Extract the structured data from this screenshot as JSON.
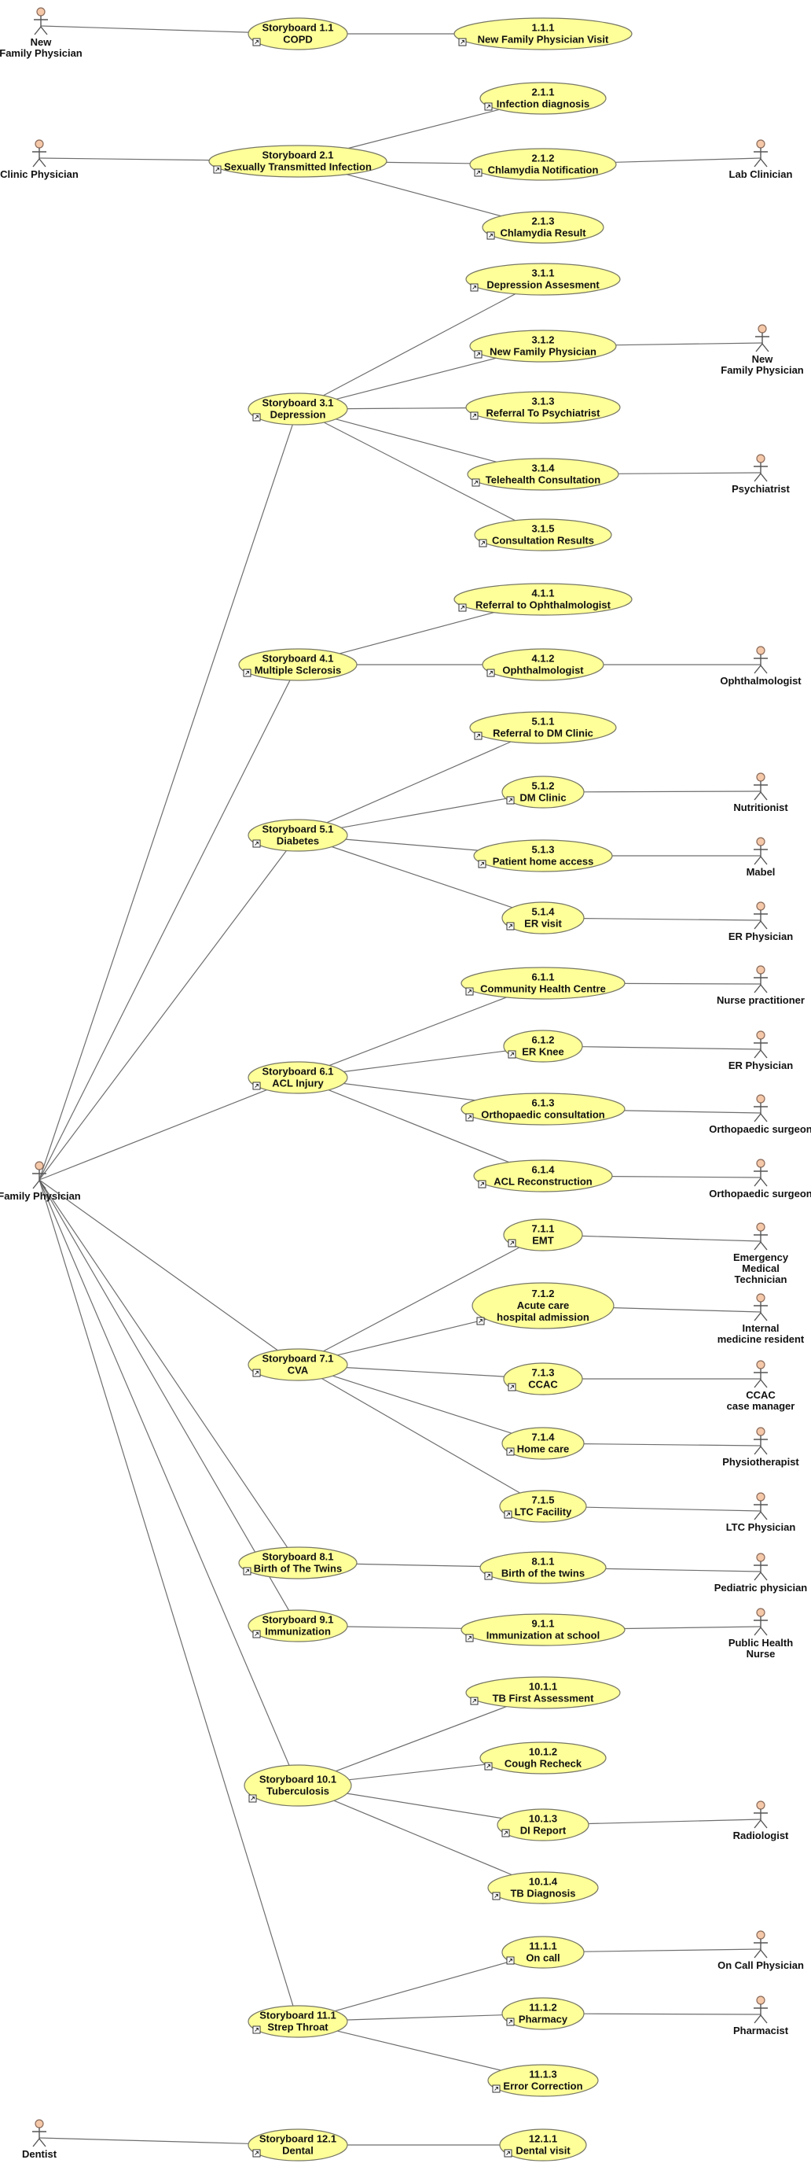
{
  "colors": {
    "usecase_fill": "#ffff99",
    "actor_head": "#f4c8a8",
    "actor_head_highlight": "#f0a0a0",
    "line": "#6e6e6e"
  },
  "actors": [
    {
      "id": "a_new_fp_top",
      "lines": [
        "New",
        "Family Physician"
      ]
    },
    {
      "id": "a_clinic",
      "lines": [
        "Clinic Physician"
      ]
    },
    {
      "id": "a_lab",
      "lines": [
        "Lab Clinician"
      ]
    },
    {
      "id": "a_new_fp_3",
      "lines": [
        "New",
        "Family Physician"
      ]
    },
    {
      "id": "a_psychiatrist",
      "lines": [
        "Psychiatrist"
      ]
    },
    {
      "id": "a_ophtha",
      "lines": [
        "Ophthalmologist"
      ]
    },
    {
      "id": "a_nutri",
      "lines": [
        "Nutritionist"
      ]
    },
    {
      "id": "a_mabel",
      "lines": [
        "Mabel"
      ],
      "highlight": true
    },
    {
      "id": "a_er5",
      "lines": [
        "ER Physician"
      ]
    },
    {
      "id": "a_np",
      "lines": [
        "Nurse practitioner"
      ]
    },
    {
      "id": "a_er6",
      "lines": [
        "ER Physician"
      ]
    },
    {
      "id": "a_ortho1",
      "lines": [
        "Orthopaedic surgeon"
      ]
    },
    {
      "id": "a_ortho2",
      "lines": [
        "Orthopaedic surgeon"
      ]
    },
    {
      "id": "a_family",
      "lines": [
        "Family Physician"
      ]
    },
    {
      "id": "a_emt",
      "lines": [
        "Emergency",
        "Medical",
        "Technician"
      ]
    },
    {
      "id": "a_imr",
      "lines": [
        "Internal",
        "medicine resident"
      ]
    },
    {
      "id": "a_ccac",
      "lines": [
        "CCAC",
        "case manager"
      ]
    },
    {
      "id": "a_physio",
      "lines": [
        "Physiotherapist"
      ]
    },
    {
      "id": "a_ltc",
      "lines": [
        "LTC Physician"
      ]
    },
    {
      "id": "a_ped",
      "lines": [
        "Pediatric physician"
      ]
    },
    {
      "id": "a_phn",
      "lines": [
        "Public Health",
        "Nurse"
      ]
    },
    {
      "id": "a_radio",
      "lines": [
        "Radiologist"
      ]
    },
    {
      "id": "a_oncall",
      "lines": [
        "On Call Physician"
      ]
    },
    {
      "id": "a_pharm",
      "lines": [
        "Pharmacist"
      ]
    },
    {
      "id": "a_dentist",
      "lines": [
        "Dentist"
      ]
    }
  ],
  "usecases": [
    {
      "id": "s1",
      "lines": [
        "Storyboard 1.1",
        "COPD"
      ]
    },
    {
      "id": "u111",
      "lines": [
        "1.1.1",
        "New Family Physician Visit"
      ]
    },
    {
      "id": "s2",
      "lines": [
        "Storyboard 2.1",
        "Sexually Transmitted Infection"
      ]
    },
    {
      "id": "u211",
      "lines": [
        "2.1.1",
        "Infection diagnosis"
      ]
    },
    {
      "id": "u212",
      "lines": [
        "2.1.2",
        "Chlamydia Notification"
      ]
    },
    {
      "id": "u213",
      "lines": [
        "2.1.3",
        "Chlamydia Result"
      ]
    },
    {
      "id": "s3",
      "lines": [
        "Storyboard 3.1",
        "Depression"
      ]
    },
    {
      "id": "u311",
      "lines": [
        "3.1.1",
        "Depression Assesment"
      ]
    },
    {
      "id": "u312",
      "lines": [
        "3.1.2",
        "New Family Physician"
      ]
    },
    {
      "id": "u313",
      "lines": [
        "3.1.3",
        "Referral To Psychiatrist"
      ]
    },
    {
      "id": "u314",
      "lines": [
        "3.1.4",
        "Telehealth Consultation"
      ]
    },
    {
      "id": "u315",
      "lines": [
        "3.1.5",
        "Consultation Results"
      ]
    },
    {
      "id": "s4",
      "lines": [
        "Storyboard 4.1",
        "Multiple Sclerosis"
      ]
    },
    {
      "id": "u411",
      "lines": [
        "4.1.1",
        "Referral to Ophthalmologist"
      ]
    },
    {
      "id": "u412",
      "lines": [
        "4.1.2",
        "Ophthalmologist"
      ]
    },
    {
      "id": "s5",
      "lines": [
        "Storyboard 5.1",
        "Diabetes"
      ]
    },
    {
      "id": "u511",
      "lines": [
        "5.1.1",
        "Referral to DM Clinic"
      ]
    },
    {
      "id": "u512",
      "lines": [
        "5.1.2",
        "DM Clinic"
      ]
    },
    {
      "id": "u513",
      "lines": [
        "5.1.3",
        "Patient home access"
      ]
    },
    {
      "id": "u514",
      "lines": [
        "5.1.4",
        "ER visit"
      ]
    },
    {
      "id": "s6",
      "lines": [
        "Storyboard 6.1",
        "ACL Injury"
      ]
    },
    {
      "id": "u611",
      "lines": [
        "6.1.1",
        "Community Health Centre"
      ]
    },
    {
      "id": "u612",
      "lines": [
        "6.1.2",
        "ER Knee"
      ]
    },
    {
      "id": "u613",
      "lines": [
        "6.1.3",
        "Orthopaedic consultation"
      ]
    },
    {
      "id": "u614",
      "lines": [
        "6.1.4",
        "ACL Reconstruction"
      ]
    },
    {
      "id": "s7",
      "lines": [
        "Storyboard 7.1",
        "CVA"
      ]
    },
    {
      "id": "u711",
      "lines": [
        "7.1.1",
        "EMT"
      ]
    },
    {
      "id": "u712",
      "lines": [
        "7.1.2",
        "Acute care",
        "hospital admission"
      ]
    },
    {
      "id": "u713",
      "lines": [
        "7.1.3",
        "CCAC"
      ]
    },
    {
      "id": "u714",
      "lines": [
        "7.1.4",
        "Home care"
      ]
    },
    {
      "id": "u715",
      "lines": [
        "7.1.5",
        "LTC Facility"
      ]
    },
    {
      "id": "s8",
      "lines": [
        "Storyboard 8.1",
        "Birth of The Twins"
      ]
    },
    {
      "id": "u811",
      "lines": [
        "8.1.1",
        "Birth of the twins"
      ]
    },
    {
      "id": "s9",
      "lines": [
        "Storyboard 9.1",
        "Immunization"
      ]
    },
    {
      "id": "u911",
      "lines": [
        "9.1.1",
        "Immunization at school"
      ]
    },
    {
      "id": "s10",
      "lines": [
        "Storyboard 10.1",
        "Tuberculosis"
      ]
    },
    {
      "id": "u1011",
      "lines": [
        "10.1.1",
        "TB First Assessment"
      ]
    },
    {
      "id": "u1012",
      "lines": [
        "10.1.2",
        "Cough Recheck"
      ]
    },
    {
      "id": "u1013",
      "lines": [
        "10.1.3",
        "DI Report"
      ]
    },
    {
      "id": "u1014",
      "lines": [
        "10.1.4",
        "TB Diagnosis"
      ]
    },
    {
      "id": "s11",
      "lines": [
        "Storyboard 11.1",
        "Strep Throat"
      ]
    },
    {
      "id": "u1111",
      "lines": [
        "11.1.1",
        "On call"
      ]
    },
    {
      "id": "u1112",
      "lines": [
        "11.1.2",
        "Pharmacy"
      ]
    },
    {
      "id": "u1113",
      "lines": [
        "11.1.3",
        "Error Correction"
      ]
    },
    {
      "id": "s12",
      "lines": [
        "Storyboard 12.1",
        "Dental"
      ]
    },
    {
      "id": "u1211",
      "lines": [
        "12.1.1",
        "Dental visit"
      ]
    }
  ],
  "links": [
    [
      "a_new_fp_top",
      "s1"
    ],
    [
      "s1",
      "u111"
    ],
    [
      "a_clinic",
      "s2"
    ],
    [
      "s2",
      "u211"
    ],
    [
      "s2",
      "u212"
    ],
    [
      "s2",
      "u213"
    ],
    [
      "u212",
      "a_lab"
    ],
    [
      "s3",
      "u311"
    ],
    [
      "s3",
      "u312"
    ],
    [
      "s3",
      "u313"
    ],
    [
      "s3",
      "u314"
    ],
    [
      "s3",
      "u315"
    ],
    [
      "u312",
      "a_new_fp_3"
    ],
    [
      "u314",
      "a_psychiatrist"
    ],
    [
      "s4",
      "u411"
    ],
    [
      "s4",
      "u412"
    ],
    [
      "u412",
      "a_ophtha"
    ],
    [
      "s5",
      "u511"
    ],
    [
      "s5",
      "u512"
    ],
    [
      "s5",
      "u513"
    ],
    [
      "s5",
      "u514"
    ],
    [
      "u512",
      "a_nutri"
    ],
    [
      "u513",
      "a_mabel"
    ],
    [
      "u514",
      "a_er5"
    ],
    [
      "s6",
      "u611"
    ],
    [
      "s6",
      "u612"
    ],
    [
      "s6",
      "u613"
    ],
    [
      "s6",
      "u614"
    ],
    [
      "u611",
      "a_np"
    ],
    [
      "u612",
      "a_er6"
    ],
    [
      "u613",
      "a_ortho1"
    ],
    [
      "u614",
      "a_ortho2"
    ],
    [
      "s7",
      "u711"
    ],
    [
      "s7",
      "u712"
    ],
    [
      "s7",
      "u713"
    ],
    [
      "s7",
      "u714"
    ],
    [
      "s7",
      "u715"
    ],
    [
      "u711",
      "a_emt"
    ],
    [
      "u712",
      "a_imr"
    ],
    [
      "u713",
      "a_ccac"
    ],
    [
      "u714",
      "a_physio"
    ],
    [
      "u715",
      "a_ltc"
    ],
    [
      "s8",
      "u811"
    ],
    [
      "u811",
      "a_ped"
    ],
    [
      "s9",
      "u911"
    ],
    [
      "u911",
      "a_phn"
    ],
    [
      "s10",
      "u1011"
    ],
    [
      "s10",
      "u1012"
    ],
    [
      "s10",
      "u1013"
    ],
    [
      "s10",
      "u1014"
    ],
    [
      "u1013",
      "a_radio"
    ],
    [
      "s11",
      "u1111"
    ],
    [
      "s11",
      "u1112"
    ],
    [
      "s11",
      "u1113"
    ],
    [
      "u1111",
      "a_oncall"
    ],
    [
      "u1112",
      "a_pharm"
    ],
    [
      "a_dentist",
      "s12"
    ],
    [
      "s12",
      "u1211"
    ],
    [
      "a_family",
      "s3"
    ],
    [
      "a_family",
      "s4"
    ],
    [
      "a_family",
      "s5"
    ],
    [
      "a_family",
      "s6"
    ],
    [
      "a_family",
      "s7"
    ],
    [
      "a_family",
      "s8"
    ],
    [
      "a_family",
      "s9"
    ],
    [
      "a_family",
      "s10"
    ],
    [
      "a_family",
      "s11"
    ]
  ]
}
